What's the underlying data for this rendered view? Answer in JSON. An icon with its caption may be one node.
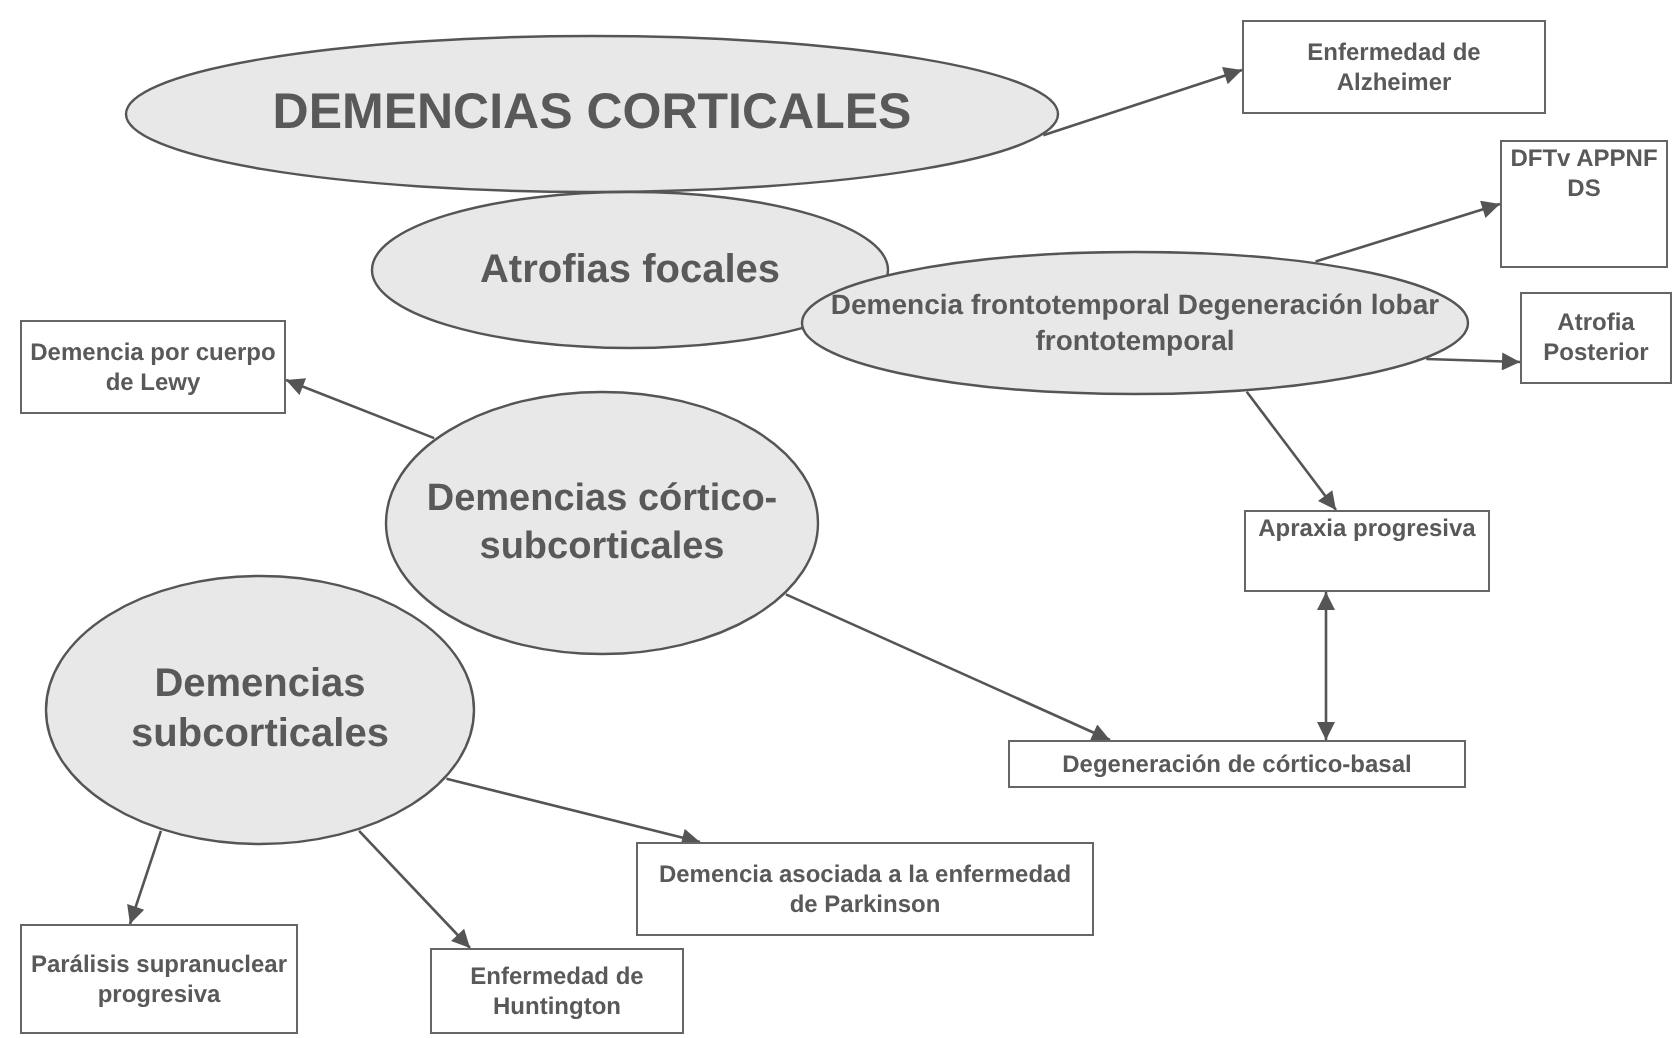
{
  "diagram": {
    "nodes": [
      {
        "text": [
          "DEMENCIAS CORTICALES"
        ]
      },
      {
        "text": [
          "Enfermedad de Alzheimer"
        ]
      },
      {
        "text": [
          "Atrofias focales"
        ]
      },
      {
        "text": [
          "DFTv APPNF DS"
        ]
      },
      {
        "text": [
          "Demencia frontotemporal Degeneración lobar frontotemporal"
        ]
      },
      {
        "text": [
          "Atrofia Posterior"
        ]
      },
      {
        "text": [
          "Demencia por cuerpo de Lewy"
        ]
      },
      {
        "text": [
          "Demencias córtico-subcorticales"
        ]
      },
      {
        "text": [
          "Apraxia progresiva"
        ]
      },
      {
        "text": [
          "Demencias subcorticales"
        ]
      },
      {
        "text": [
          "Degeneración de córtico-basal"
        ]
      },
      {
        "text": [
          "Demencia asociada a la enfermedad de Parkinson"
        ]
      },
      {
        "text": [
          "Parálisis supranuclear progresiva"
        ]
      },
      {
        "text": [
          "Enfermedad de Huntington"
        ]
      }
    ],
    "edges": [
      {
        "from": 0,
        "to": 1,
        "arrow": "to"
      },
      {
        "from": 4,
        "to": 3,
        "arrow": "to"
      },
      {
        "from": 4,
        "to": 5,
        "arrow": "to"
      },
      {
        "from": 4,
        "to": 8,
        "arrow": "to"
      },
      {
        "from": 7,
        "to": 6,
        "arrow": "to"
      },
      {
        "from": 7,
        "to": 10,
        "arrow": "to"
      },
      {
        "from": 8,
        "to": 10,
        "arrow": "both"
      },
      {
        "from": 9,
        "to": 12,
        "arrow": "to"
      },
      {
        "from": 9,
        "to": 13,
        "arrow": "to"
      },
      {
        "from": 9,
        "to": 11,
        "arrow": "to"
      }
    ]
  }
}
